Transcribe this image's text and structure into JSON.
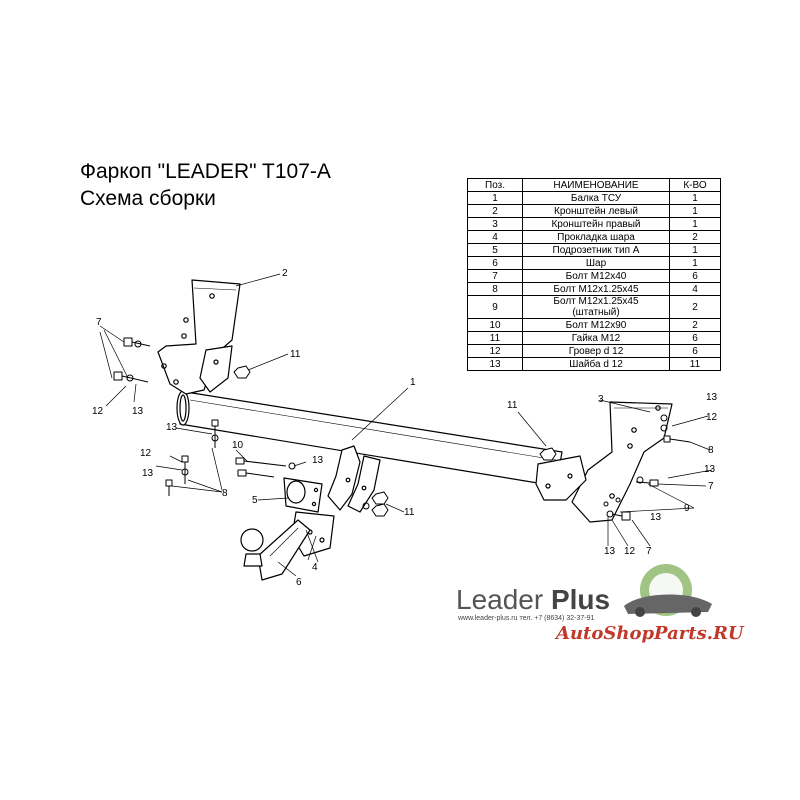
{
  "title": "Фаркоп \"LEADER\" T107-A",
  "subtitle": "Схема сборки",
  "table": {
    "headers": [
      "Поз.",
      "НАИМЕНОВАНИЕ",
      "К-ВО"
    ],
    "rows": [
      [
        "1",
        "Балка ТСУ",
        "1"
      ],
      [
        "2",
        "Кронштейн левый",
        "1"
      ],
      [
        "3",
        "Кронштейн правый",
        "1"
      ],
      [
        "4",
        "Прокладка шара",
        "2"
      ],
      [
        "5",
        "Подрозетник тип А",
        "1"
      ],
      [
        "6",
        "Шар",
        "1"
      ],
      [
        "7",
        "Болт М12х40",
        "6"
      ],
      [
        "8",
        "Болт М12х1.25х45",
        "4"
      ],
      [
        "9",
        "Болт М12х1.25х45\n(штатный)",
        "2"
      ],
      [
        "10",
        "Болт М12х90",
        "2"
      ],
      [
        "11",
        "Гайка М12",
        "6"
      ],
      [
        "12",
        "Гровер d 12",
        "6"
      ],
      [
        "13",
        "Шайба d 12",
        "11"
      ]
    ]
  },
  "callouts": [
    "1",
    "2",
    "3",
    "4",
    "5",
    "6",
    "7",
    "8",
    "9",
    "10",
    "11",
    "12",
    "13"
  ],
  "brand": {
    "name": "Leader",
    "name_bold": "Plus",
    "contacts": "www.leader-plus.ru   тел. +7 (8634) 32-37-91",
    "watermark": "AutoShopParts.RU",
    "watermark_color": "#c0392b",
    "logo_color": "#4a8a2a",
    "logo_icon": "car-globe-icon"
  }
}
